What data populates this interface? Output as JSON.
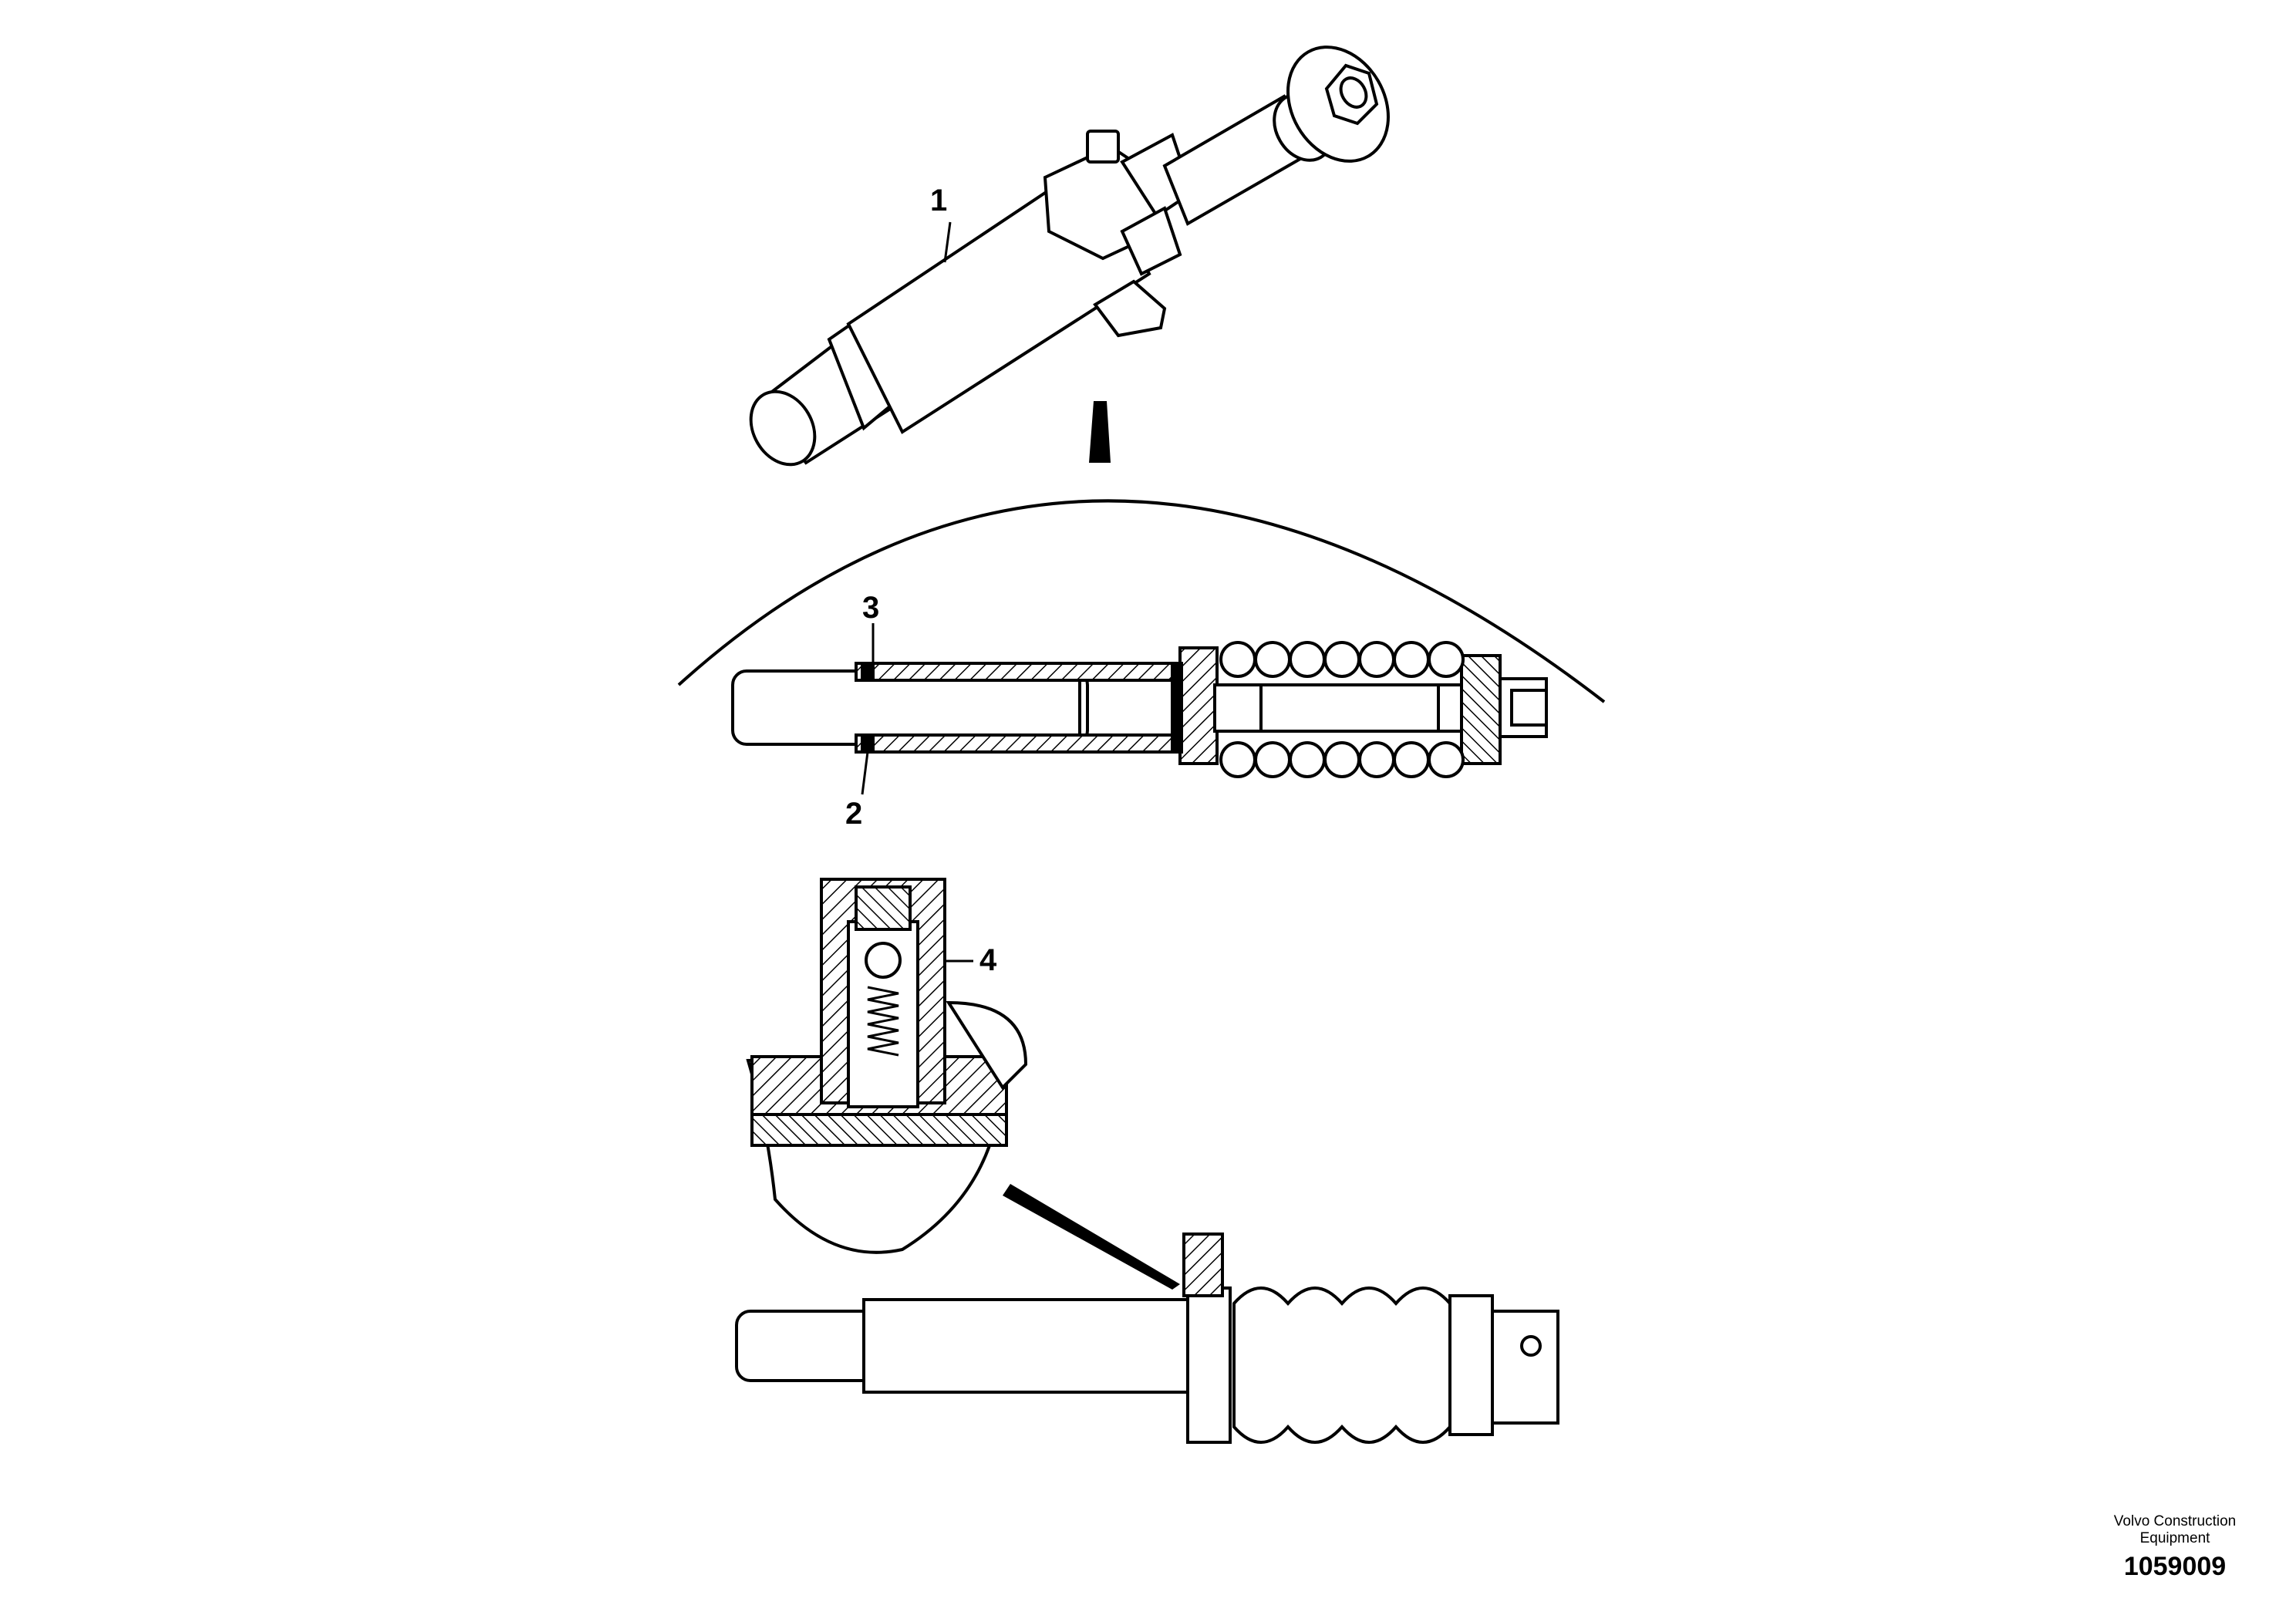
{
  "callouts": [
    {
      "id": "1",
      "label": "1"
    },
    {
      "id": "2",
      "label": "2"
    },
    {
      "id": "3",
      "label": "3"
    },
    {
      "id": "4",
      "label": "4"
    }
  ],
  "footer": {
    "brand_line1": "Volvo Construction",
    "brand_line2": "Equipment",
    "drawing_number": "1059009"
  },
  "colors": {
    "stroke": "#000000",
    "fill": "#ffffff"
  }
}
